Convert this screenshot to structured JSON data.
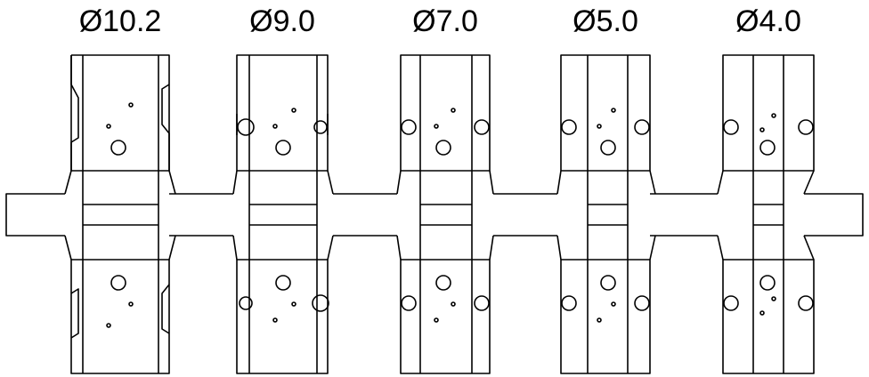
{
  "diagram": {
    "stroke_color": "#000000",
    "background": "#ffffff",
    "labels": [
      {
        "text": "Ø10.2"
      },
      {
        "text": "Ø9.0"
      },
      {
        "text": "Ø7.0"
      },
      {
        "text": "Ø5.0"
      },
      {
        "text": "Ø4.0"
      }
    ]
  }
}
